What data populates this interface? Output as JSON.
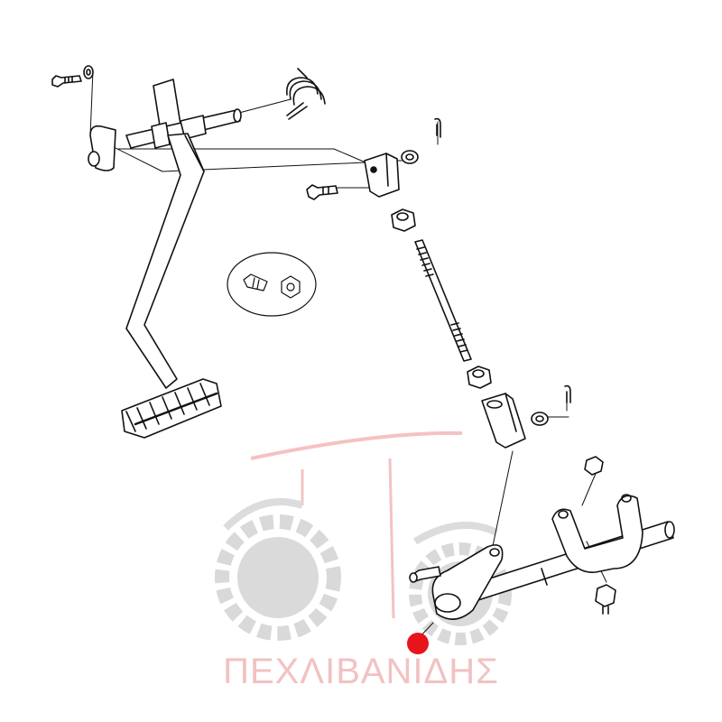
{
  "watermark": {
    "brand_text": "ΠΕΧΛΙΒΑΝΙΔΗΣ",
    "tractor_color": "#d9d9d9",
    "accent_color": "#f3b7b7"
  },
  "diagram": {
    "line_color": "#111111",
    "marker_color": "#e8141c",
    "parts": [
      "brake-pedal-assembly",
      "pedal-footplate",
      "pivot-shaft",
      "torsion-spring",
      "clevis-upper",
      "washer-upper",
      "split-pin-upper",
      "bolt-upper",
      "lock-nut-upper",
      "threaded-rod",
      "lock-nut-lower",
      "clevis-lower",
      "washer-lower",
      "split-pin-lower",
      "actuating-shaft",
      "fork",
      "lever-arm",
      "adjuster-screw-detail"
    ]
  }
}
